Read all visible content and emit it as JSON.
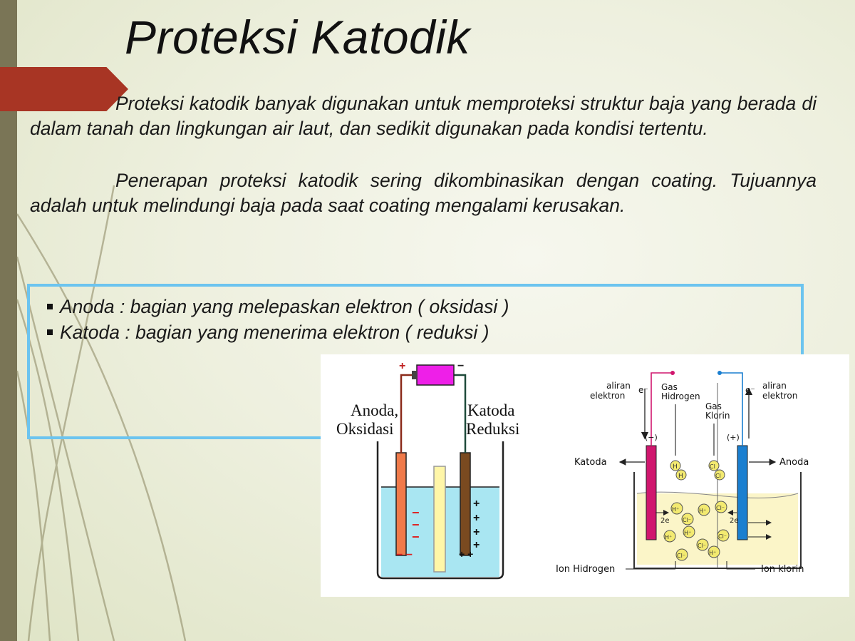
{
  "slide": {
    "title": "Proteksi Katodik",
    "paragraphs": [
      "Proteksi katodik banyak digunakan untuk memproteksi struktur baja yang berada di dalam tanah dan lingkungan air laut, dan sedikit digunakan pada kondisi tertentu.",
      "Penerapan proteksi katodik sering dikombinasikan dengan coating. Tujuannya adalah untuk melindungi baja pada saat coating mengalami kerusakan."
    ],
    "definitions": [
      "Anoda  : bagian yang melepaskan elektron ( oksidasi )",
      "Katoda : bagian yang menerima elektron ( reduksi )"
    ]
  },
  "figure_left": {
    "plus_sign": "+",
    "minus_sign": "−",
    "anode_label_1": "Anoda,",
    "anode_label_2": "Oksidasi",
    "cathode_label_1": "Katoda",
    "cathode_label_2": "Reduksi",
    "anode_charge": "−",
    "cathode_charge": "+",
    "bottom_anode_charge": "− −",
    "bottom_cathode_charge": "+ +",
    "colors": {
      "battery": "#ee1fe8",
      "anode": "#f07a4a",
      "cathode": "#7a4a20",
      "electrolyte": "#a9e6f2",
      "center_rod": "#fff6a8"
    }
  },
  "figure_right": {
    "left_flow_label_1": "aliran",
    "left_flow_label_2": "elektron",
    "right_flow_label_1": "aliran",
    "right_flow_label_2": "elektron",
    "electron_symbol": "e⁻",
    "gas_hydrogen_1": "Gas",
    "gas_hydrogen_2": "Hidrogen",
    "gas_chlorine_1": "Gas",
    "gas_chlorine_2": "Klorin",
    "neg_terminal": "(−)",
    "pos_terminal": "(+)",
    "cathode_label": "Katoda",
    "anode_label": "Anoda",
    "ion_hydrogen_label": "Ion Hidrogen",
    "ion_chlorine_label": "Ion klorin",
    "h_symbol": "H",
    "h_ion_symbol": "H⁺",
    "cl_symbol": "Cl",
    "cl_ion_symbol": "Cl⁻",
    "two_e": "2e",
    "colors": {
      "cathode": "#d0166e",
      "anode": "#1a7fd0",
      "solution": "#fbf5c8",
      "ion": "#f3ea70"
    }
  }
}
